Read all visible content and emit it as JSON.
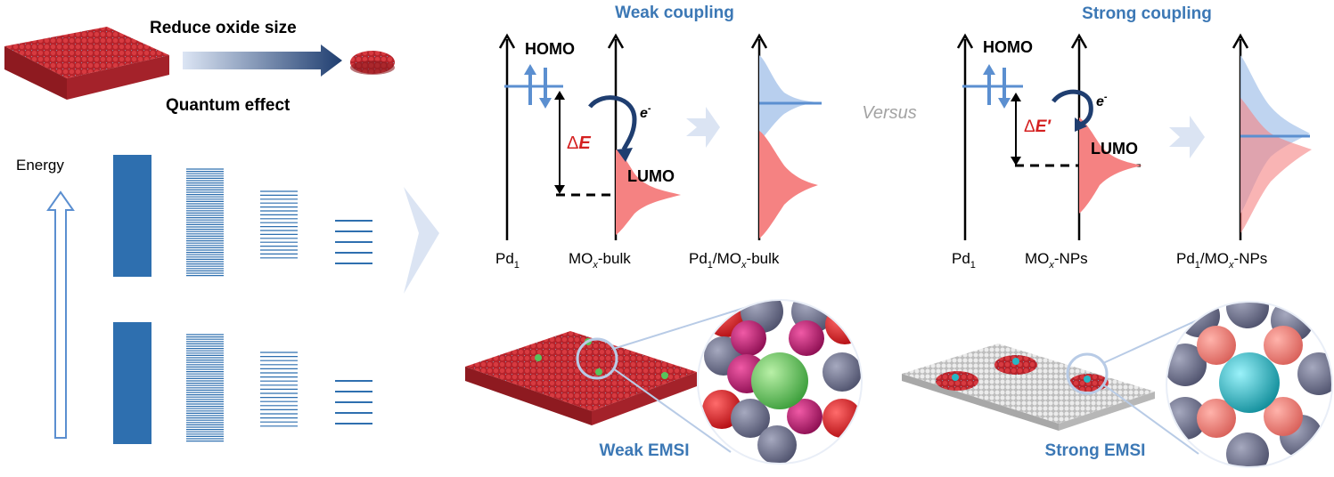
{
  "colors": {
    "band_blue": "#2e6faf",
    "title_blue": "#3c78b5",
    "homo_blue": "#5b8fd0",
    "homo_fill": "#b8cfee",
    "lumo_red": "#f58282",
    "delta_red": "#d42020",
    "arrow_light": "#dbe4f3",
    "arrow_dark": "#1f3e70",
    "oxide_red": "#c0272d",
    "versus_gray": "#a3a3a3",
    "atom_gray": "#6f7390",
    "pd_green": "#58c25b",
    "pd_cyan": "#28b7c4",
    "support_white": "#d8d8d8",
    "magenta": "#c41c76"
  },
  "top_left": {
    "reduce_label": "Reduce oxide size",
    "quantum_label": "Quantum effect"
  },
  "energy_label": "Energy",
  "weak": {
    "title": "Weak coupling",
    "homo": "HOMO",
    "lumo": "LUMO",
    "delta_prefix": "Δ",
    "delta_symbol": "E",
    "electron": "e",
    "electron_sup": "-",
    "axis_pd": {
      "main": "Pd",
      "sub": "1"
    },
    "axis_mox": {
      "pre": "MO",
      "sub": "x",
      "post": "-bulk"
    },
    "axis_combined": {
      "pre": "Pd",
      "sub1": "1",
      "mid": "/MO",
      "sub2": "x",
      "post": "-bulk"
    },
    "emsi_label": "Weak EMSI"
  },
  "versus_label": "Versus",
  "strong": {
    "title": "Strong coupling",
    "homo": "HOMO",
    "lumo": "LUMO",
    "delta_prefix": "Δ",
    "delta_symbol": "E′",
    "electron": "e",
    "electron_sup": "-",
    "axis_pd": {
      "main": "Pd",
      "sub": "1"
    },
    "axis_mox": {
      "pre": "MO",
      "sub": "x",
      "post": "-NPs"
    },
    "axis_combined": {
      "pre": "Pd",
      "sub1": "1",
      "mid": "/MO",
      "sub2": "x",
      "post": "-NPs"
    },
    "emsi_label": "Strong EMSI"
  },
  "icons": {
    "reduce_arrow": "gradient-arrow-right-icon",
    "energy_arrow": "hollow-arrow-up-icon",
    "big_chevron": "chevron-right-icon",
    "electron_transfer": "curved-arrow-icon"
  }
}
